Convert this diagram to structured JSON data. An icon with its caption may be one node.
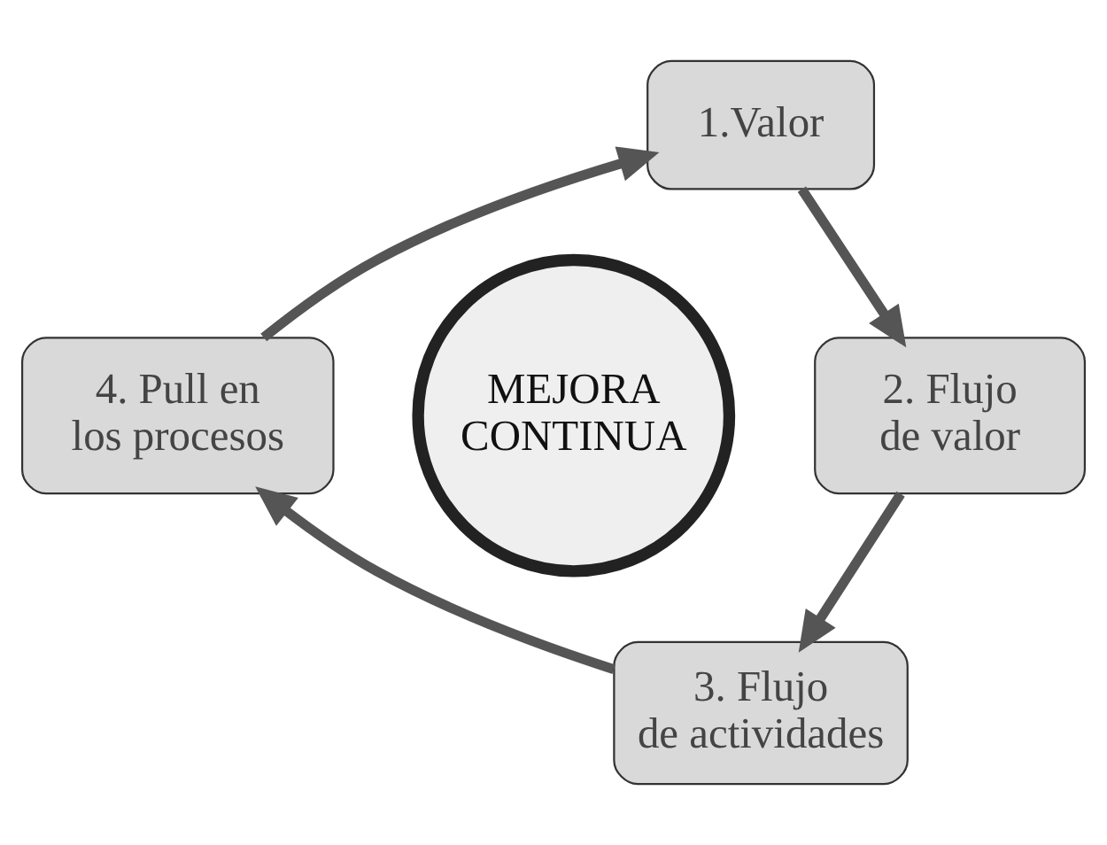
{
  "diagram": {
    "nodes": [
      {
        "text": [
          "1.Valor"
        ]
      },
      {
        "text": [
          "2. Flujo de valor"
        ]
      },
      {
        "text": [
          "3. Flujo de actividades"
        ]
      },
      {
        "text": [
          "4. Pull en los procesos"
        ]
      },
      {
        "text": [
          "MEJORA CONTINUA"
        ]
      }
    ],
    "edges": [
      {
        "from": 0,
        "to": 1,
        "arrow": "to"
      },
      {
        "from": 1,
        "to": 2,
        "arrow": "to"
      },
      {
        "from": 2,
        "to": 3,
        "arrow": "to"
      },
      {
        "from": 3,
        "to": 0,
        "arrow": "to"
      }
    ]
  }
}
